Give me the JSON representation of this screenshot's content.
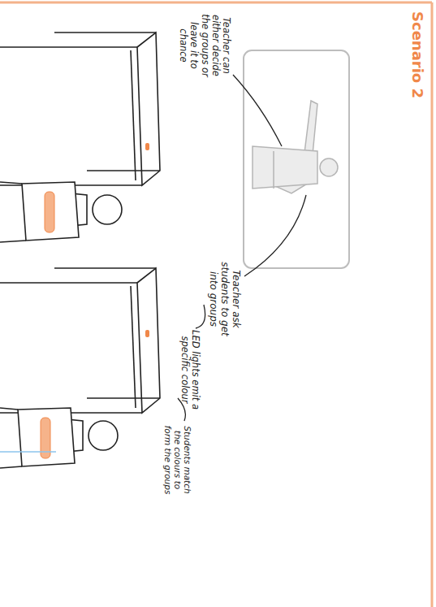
{
  "diagram": {
    "title": "Scenario 2",
    "labels": [
      "Teacher ask students to get into groups",
      "LED lights emit a specific colour",
      "Students match the colours to form the groups",
      "Teacher can either decide the groups or leave it to chance"
    ]
  }
}
